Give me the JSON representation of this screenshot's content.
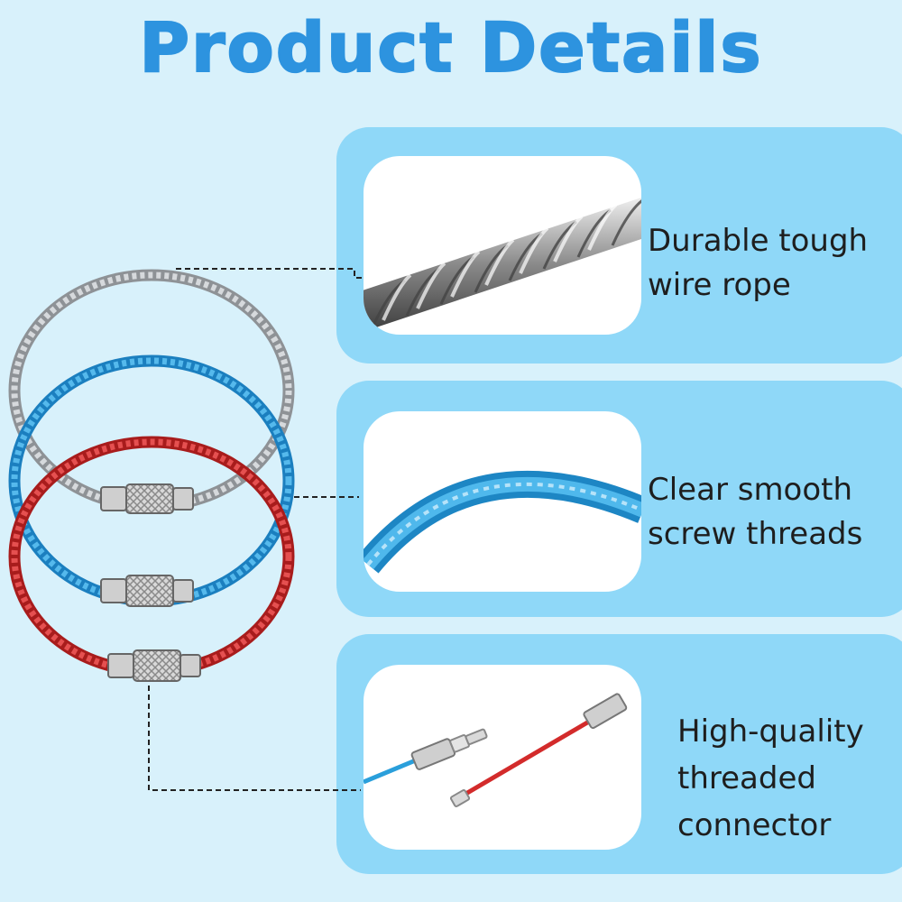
{
  "title": "Product Details",
  "features": [
    {
      "lines": [
        "Durable tough",
        "wire rope"
      ],
      "image": "twisted-wire-rope"
    },
    {
      "lines": [
        "Clear smooth",
        "screw threads"
      ],
      "image": "blue-coated-cable"
    },
    {
      "lines": [
        "High-quality",
        "threaded",
        "connector"
      ],
      "image": "screw-connector"
    }
  ],
  "ring_colors": {
    "silver": "#b9bdc0",
    "blue": "#2a9fdb",
    "red": "#d32b2b"
  },
  "colors": {
    "title": "#2d93df",
    "background": "#d8f1fb",
    "panel": "#8fd8f8"
  }
}
